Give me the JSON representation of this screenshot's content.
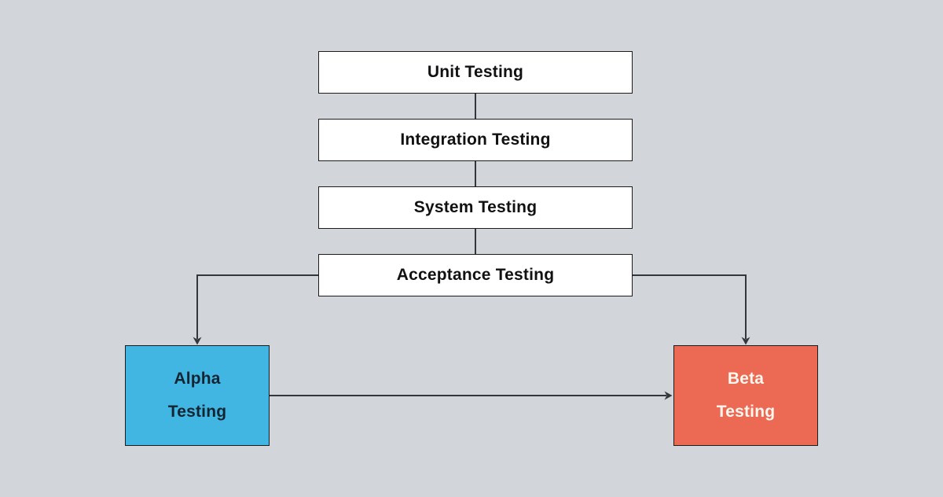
{
  "diagram": {
    "nodes": {
      "unit": {
        "label": "Unit Testing"
      },
      "integration": {
        "label": "Integration Testing"
      },
      "system": {
        "label": "System Testing"
      },
      "acceptance": {
        "label": "Acceptance Testing"
      },
      "alpha": {
        "line1": "Alpha",
        "line2": "Testing"
      },
      "beta": {
        "line1": "Beta",
        "line2": "Testing"
      }
    },
    "edges": [
      {
        "from": "Unit Testing",
        "to": "Integration Testing",
        "arrow": false
      },
      {
        "from": "Integration Testing",
        "to": "System Testing",
        "arrow": false
      },
      {
        "from": "System Testing",
        "to": "Acceptance Testing",
        "arrow": false
      },
      {
        "from": "Acceptance Testing",
        "to": "Alpha Testing",
        "arrow": true
      },
      {
        "from": "Acceptance Testing",
        "to": "Beta Testing",
        "arrow": true
      },
      {
        "from": "Alpha Testing",
        "to": "Beta Testing",
        "arrow": true
      }
    ]
  },
  "colors": {
    "background": "#d2d6db",
    "node_fill": "#ffffff",
    "node_border": "#1c1c1c",
    "node_text": "#111111",
    "alpha_fill": "#41b6e3",
    "alpha_text": "#142531",
    "beta_fill": "#ec6a54",
    "beta_text": "#fbf7ef",
    "connector": "#33373c"
  }
}
